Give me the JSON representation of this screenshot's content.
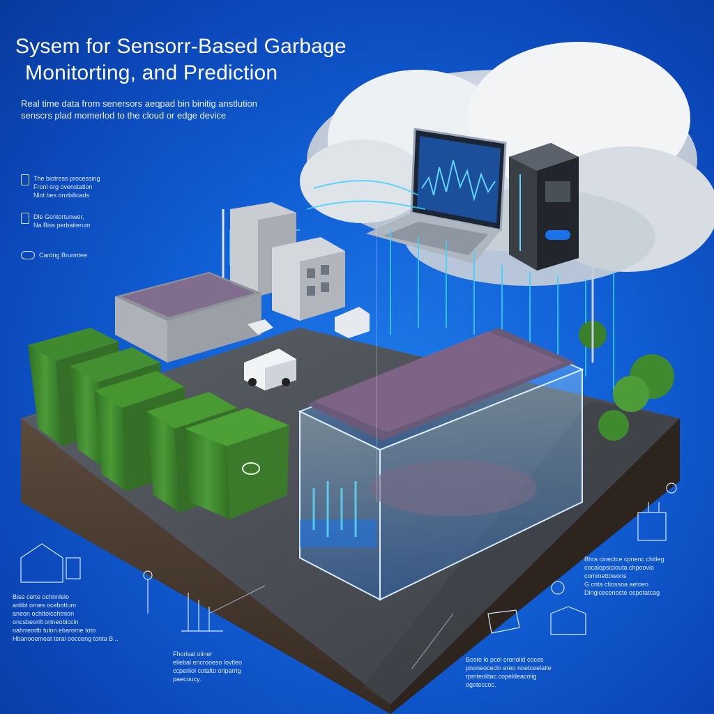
{
  "header": {
    "title_line1": "Sysem for Sensorr-Based Garbage",
    "title_line2": "Monitorting,  and Prediction",
    "subtitle_line1": "Real time data from senersors aeqpad bin binitig anstlution",
    "subtitle_line2": "senscrs plad momerlod to the cloud or edge device"
  },
  "legend": [
    {
      "line1": "The biotress processing",
      "line2": "Fronl org ovenstation",
      "line3": "Nlot bes onzbilicads"
    },
    {
      "line1": "Dle Gontortunwer,",
      "line2": "Na Biss perbaiterum"
    },
    {
      "line1": "Cardng Brurmtee"
    }
  ],
  "annotations": {
    "right_top": [
      "Bhra cinectce cpnenc chitleg",
      "cocalopsiciouta chpoovio",
      "commettowons",
      "G cnta ctiossoa aetoen",
      "Dingicecenocte ospotatcag"
    ],
    "right_bottom": [
      "Boste lo pcel cronolid coces",
      "pnoneoceclo ereo noetceelatle",
      "rpmteolitac copeldeacolig",
      "ogoteccoc."
    ],
    "left_bottom": [
      "Bise certe ochnnlelo",
      "anlibt ornes ocebottum",
      "aneon ochttolcehtnion",
      "oncsbeorilt ortneobiccin",
      "oahrreortb tulon ebarome toto",
      "Hbanooemeat teral oocceng tonta B .."
    ],
    "center_bottom": [
      "Fhorisal oliner",
      "eliebal encrooeso lovtleo",
      "ccperiiol cotalto oriparrig",
      "paecoucy."
    ]
  },
  "colors": {
    "background": "#1160d6",
    "bin_green": "#3f8a2e",
    "data_stream": "#3fd0ff",
    "soil": "#4a3d32"
  },
  "icons": [
    "cloud-icon",
    "laptop-icon",
    "server-icon",
    "waste-bin-icon",
    "truck-icon",
    "building-icon",
    "sensor-icon"
  ]
}
